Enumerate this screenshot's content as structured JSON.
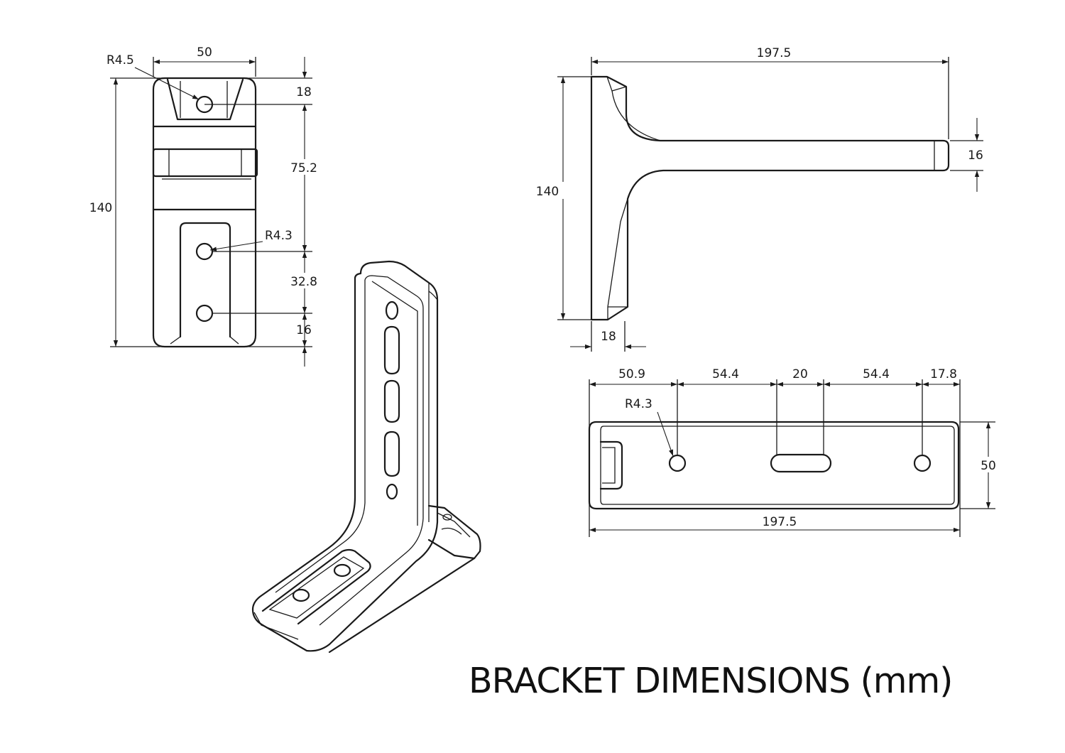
{
  "title": "BRACKET DIMENSIONS (mm)",
  "front_view": {
    "width": "50",
    "height": "140",
    "top_offset": "18",
    "hole_spacing_upper": "75.2",
    "hole_spacing_lower": "32.8",
    "bottom_offset": "16",
    "top_hole_radius": "R4.5",
    "lower_hole_radius": "R4.3"
  },
  "side_view": {
    "length": "197.5",
    "height": "140",
    "arm_thickness": "16",
    "base_thickness": "18"
  },
  "top_view": {
    "segment_1": "50.9",
    "segment_2": "54.4",
    "slot_width": "20",
    "segment_3": "54.4",
    "segment_4": "17.8",
    "width": "50",
    "length": "197.5",
    "hole_radius": "R4.3"
  }
}
